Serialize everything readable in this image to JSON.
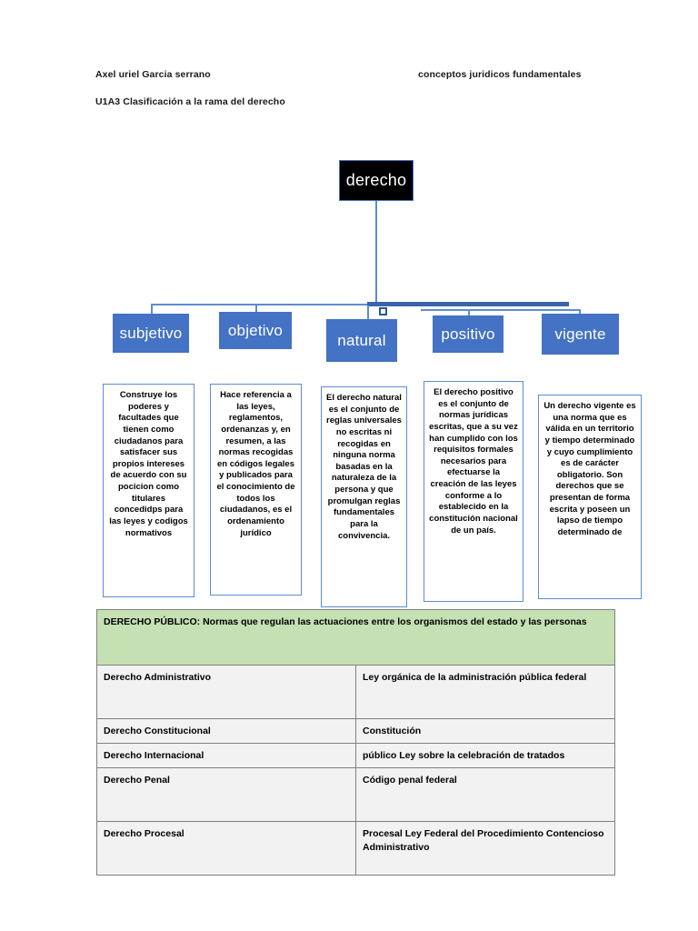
{
  "header": {
    "author": "Axel uriel Garcia serrano",
    "subject": "conceptos juridicos fundamentales",
    "title": "U1A3 Clasificación a la rama del derecho"
  },
  "colors": {
    "node_blue": "#4472C4",
    "root_black": "#000000",
    "connector_blue": "#5B8DD2",
    "connector_blue_dark": "#3A64A8",
    "table_header_green": "#C5E0B3",
    "table_cell_gray": "#F2F2F2",
    "table_border_gray": "#808080"
  },
  "diagram": {
    "root": {
      "label": "derecho"
    },
    "children": [
      {
        "label": "subjetivo"
      },
      {
        "label": "objetivo"
      },
      {
        "label": "natural"
      },
      {
        "label": "positivo"
      },
      {
        "label": "vigente"
      }
    ],
    "descriptions": [
      {
        "text": "Construye los poderes y facultades que tienen como ciudadanos para satisfacer sus propios intereses de acuerdo con su pocicion como titulares concedidps para las leyes y codigos normativos"
      },
      {
        "text": "Hace referencia a las leyes, reglamentos, ordenanzas y, en resumen, a las normas recogidas en códigos legales y publicados para el conocimiento de todos los ciudadanos, es el ordenamiento jurídico"
      },
      {
        "text": "El derecho natural es el conjunto de reglas universales no escritas ni recogidas en ninguna norma basadas en la naturaleza de la persona y que promulgan reglas fundamentales para la convivencia."
      },
      {
        "text": "El derecho positivo es el conjunto de normas jurídicas escritas, que a su vez han cumplido con los requisitos formales necesarios para efectuarse la creación de las leyes conforme a lo establecido en la constitución nacional de un país."
      },
      {
        "text": "Un derecho vigente es una norma que es válida en un territorio y tiempo determinado y cuyo cumplimiento es de carácter obligatorio. Son derechos que se presentan de forma escrita y poseen un lapso de tiempo determinado de"
      }
    ]
  },
  "table": {
    "heading": "DERECHO PÚBLICO: Normas que regulan las actuaciones entre los organismos del estado y las personas",
    "rows": [
      {
        "branch": "Derecho Administrativo",
        "law": "Ley orgánica de la administración pública federal"
      },
      {
        "branch": "Derecho Constitucional",
        "law": "Constitución"
      },
      {
        "branch": "Derecho Internacional",
        "law": "público Ley sobre la celebración de tratados"
      },
      {
        "branch": "Derecho Penal",
        "law": "Código penal federal"
      },
      {
        "branch": "Derecho Procesal",
        "law": "Procesal Ley Federal del Procedimiento Contencioso Administrativo"
      }
    ]
  }
}
